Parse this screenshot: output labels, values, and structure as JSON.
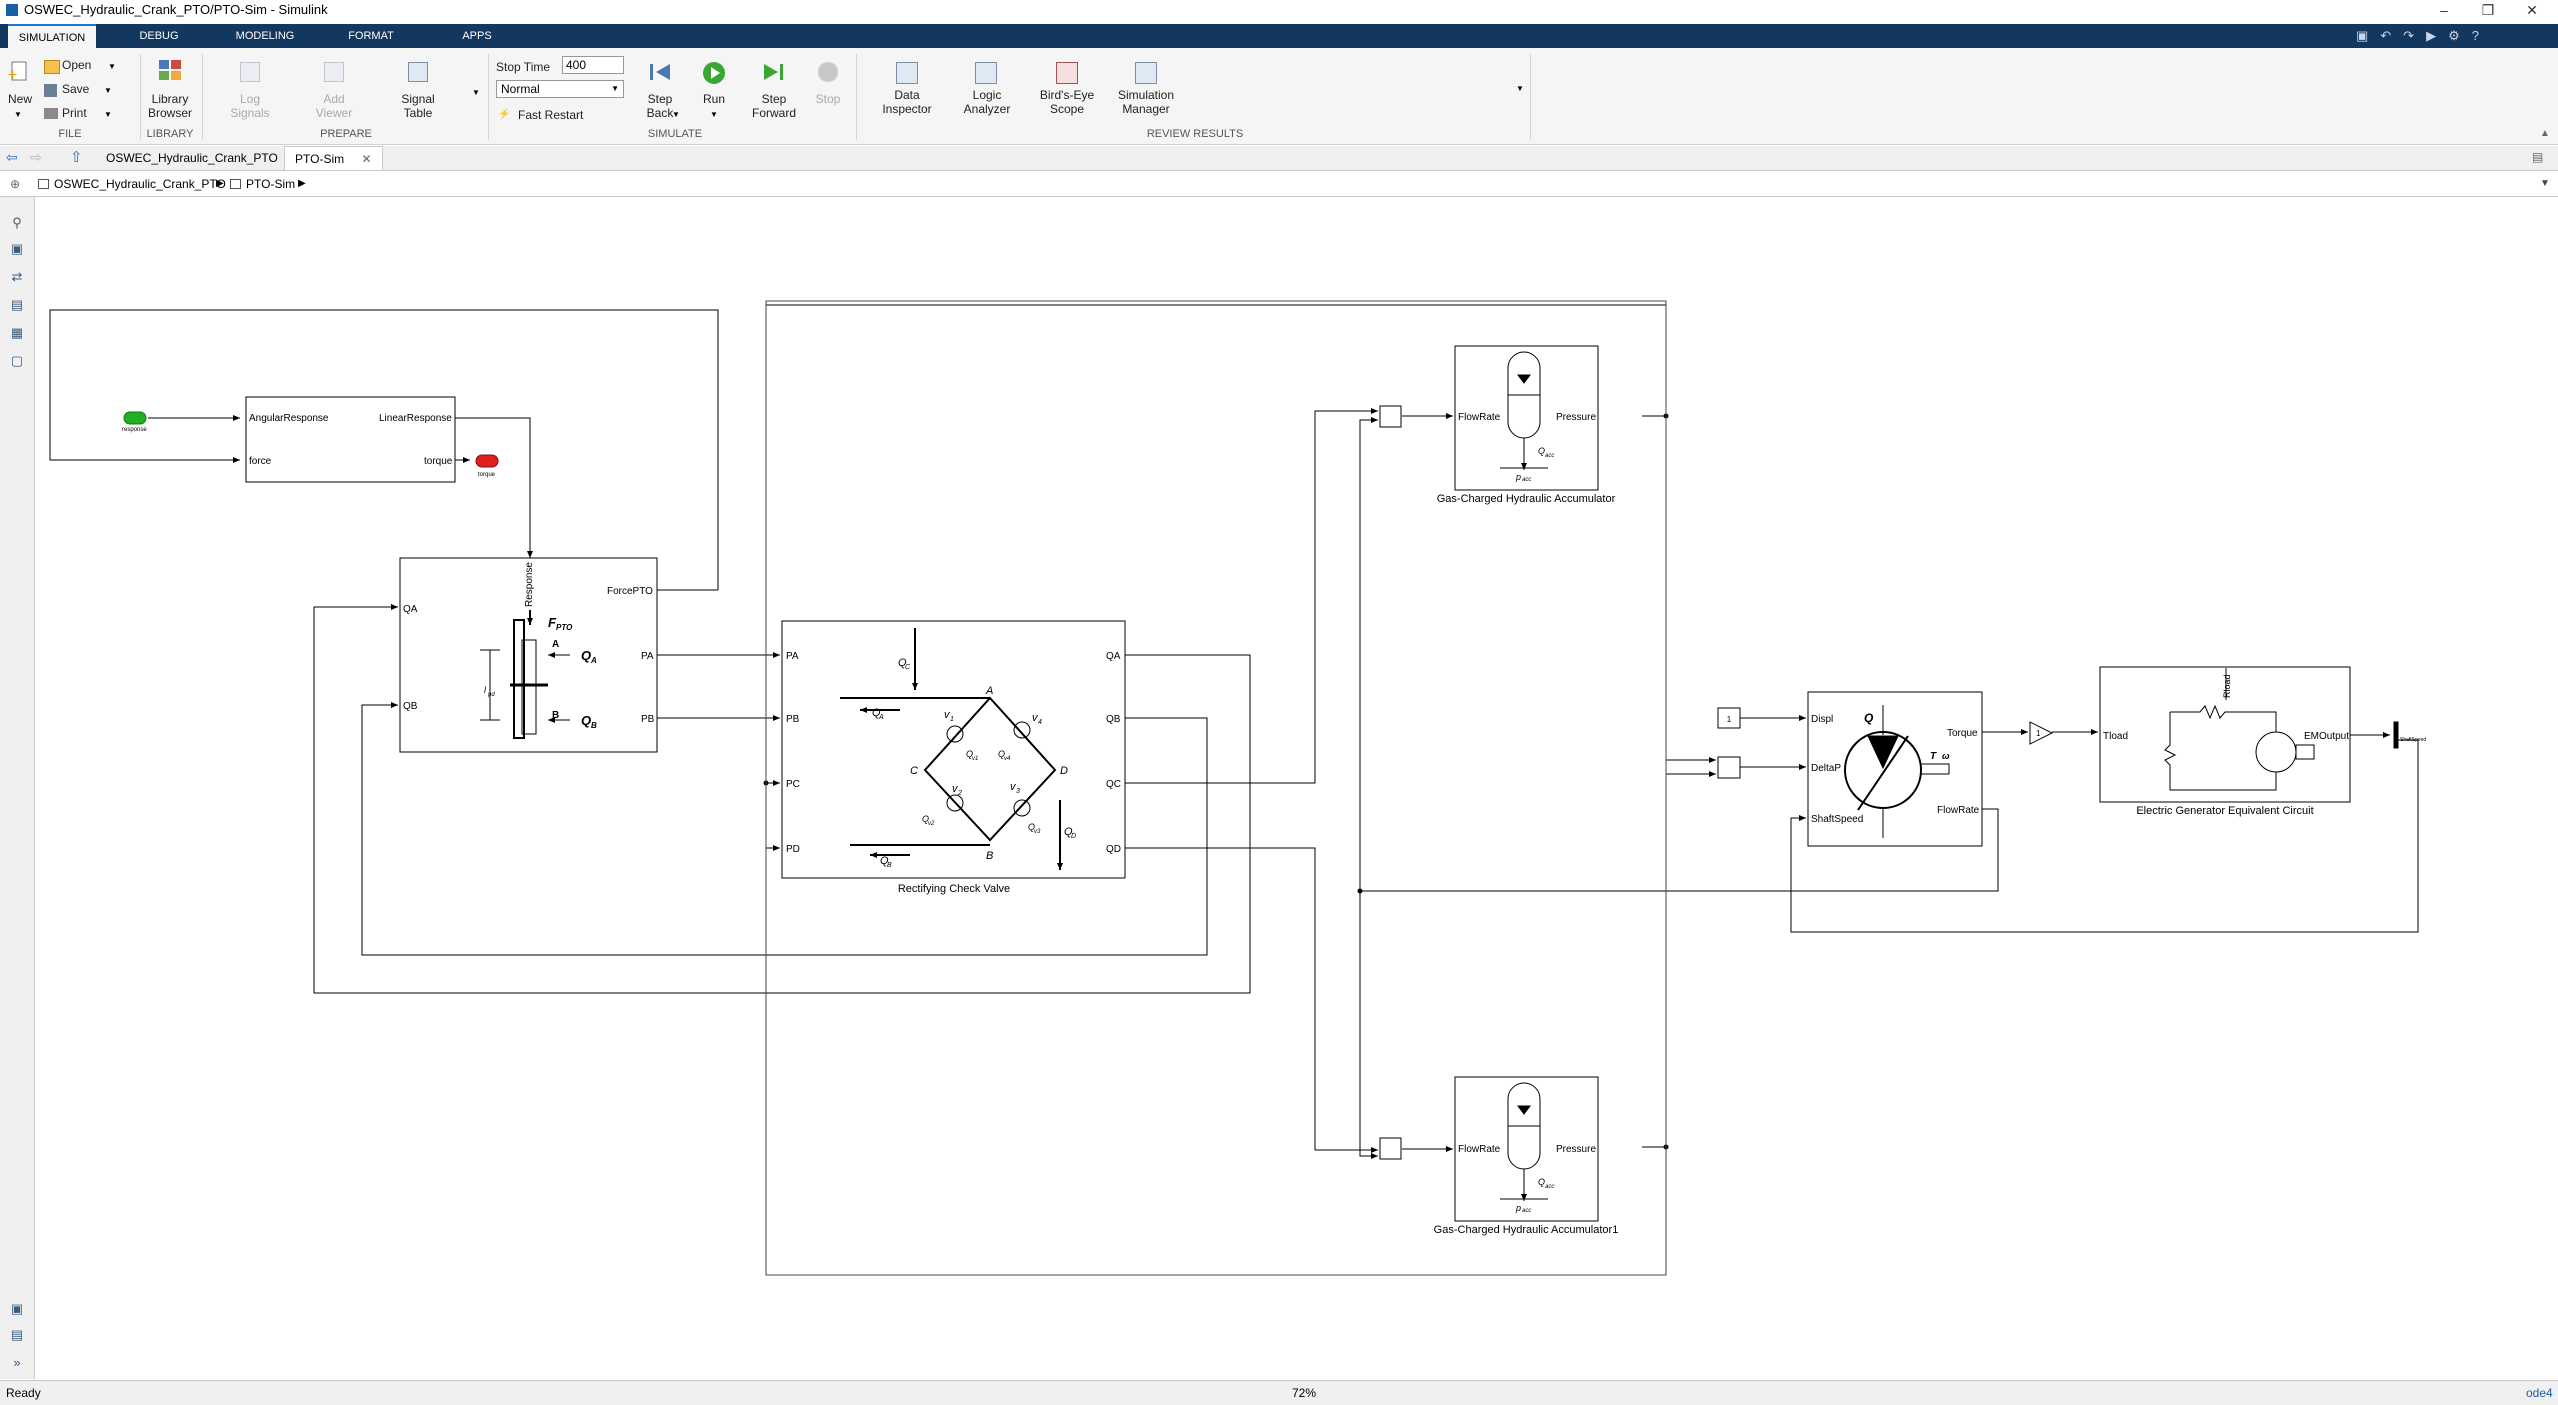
{
  "window": {
    "title": "OSWEC_Hydraulic_Crank_PTO/PTO-Sim - Simulink"
  },
  "ribbon_tabs": [
    "SIMULATION",
    "DEBUG",
    "MODELING",
    "FORMAT",
    "APPS"
  ],
  "toolstrip": {
    "file": {
      "new": "New",
      "open": "Open",
      "save": "Save",
      "print": "Print",
      "group": "FILE"
    },
    "library": {
      "browser": "Library Browser",
      "group": "LIBRARY"
    },
    "prepare": {
      "log_signals": "Log Signals",
      "add_viewer": "Add Viewer",
      "signal_table": "Signal Table",
      "group": "PREPARE"
    },
    "simulate": {
      "stop_time_label": "Stop Time",
      "stop_time_value": "400",
      "mode": "Normal",
      "fast_restart": "Fast Restart",
      "step_back": "Step Back",
      "run": "Run",
      "step_forward": "Step Forward",
      "stop": "Stop",
      "group": "SIMULATE"
    },
    "review": {
      "data_inspector": "Data Inspector",
      "logic_analyzer": "Logic Analyzer",
      "birds_eye": "Bird's-Eye Scope",
      "sim_manager": "Simulation Manager",
      "group": "REVIEW RESULTS"
    }
  },
  "doc_tabs": [
    "OSWEC_Hydraulic_Crank_PTO",
    "PTO-Sim"
  ],
  "breadcrumb": [
    "OSWEC_Hydraulic_Crank_PTO",
    "PTO-Sim"
  ],
  "diagram": {
    "response_tag": "response",
    "torque_tag": "torque",
    "converter": {
      "in_angular": "AngularResponse",
      "in_force": "force",
      "out_linear": "LinearResponse",
      "out_torque": "torque"
    },
    "cylinder": {
      "qa": "QA",
      "qb": "QB",
      "response": "Response",
      "force": "ForcePTO",
      "pa": "PA",
      "pb": "PB",
      "f_pto": "F",
      "f_sub": "PTO",
      "qa_sym": "Q",
      "qa_sub": "A",
      "qb_sym": "Q",
      "qb_sub": "B",
      "a": "A",
      "b": "B",
      "lpd": "l",
      "lpd_sub": "pd"
    },
    "valve": {
      "name": "Rectifying Check Valve",
      "pa": "PA",
      "pb": "PB",
      "pc": "PC",
      "pd": "PD",
      "qa": "QA",
      "qb": "QB",
      "qc": "QC",
      "qd": "QD",
      "A": "A",
      "B": "B",
      "C": "C",
      "D": "D",
      "v1": "v",
      "v1s": "1",
      "v2": "v",
      "v2s": "2",
      "v3": "v",
      "v3s": "3",
      "v4": "v",
      "v4s": "4",
      "qc_sym": "Q",
      "qc_sub": "C",
      "qa_sym": "Q",
      "qa_sub": "A",
      "qd_sym": "Q",
      "qd_sub": "D",
      "qb_sym": "Q",
      "qb_sub": "B",
      "qv1": "Q",
      "qv1s": "v1",
      "qv2": "Q",
      "qv2s": "v2",
      "qv3": "Q",
      "qv3s": "v3",
      "qv4": "Q",
      "qv4s": "v4"
    },
    "accumulator_top": {
      "name": "Gas-Charged Hydraulic Accumulator",
      "in": "FlowRate",
      "out": "Pressure",
      "q": "Q",
      "qsub": "acc",
      "p": "p",
      "psub": "acc"
    },
    "accumulator_bottom": {
      "name": "Gas-Charged Hydraulic Accumulator1",
      "in": "FlowRate",
      "out": "Pressure",
      "q": "Q",
      "qsub": "acc",
      "p": "p",
      "psub": "acc"
    },
    "constant_value": "1",
    "motor": {
      "displ": "Displ",
      "deltap": "DeltaP",
      "shaft": "ShaftSpeed",
      "torque": "Torque",
      "flowrate": "FlowRate",
      "q": "Q",
      "t": "T",
      "w": "ω"
    },
    "gain_value": "1",
    "generator": {
      "name": "Electric Generator Equivalent Circuit",
      "in": "Tload",
      "out": "EMOutput",
      "rload": "Rload",
      "lbl": "ShaftSpeed"
    }
  },
  "status": {
    "left": "Ready",
    "zoom": "72%",
    "solver": "ode4"
  },
  "colors": {
    "ribbon_bg": "#12385f",
    "accent": "#1b77d2",
    "run_green": "#3aa635",
    "tag_green": "#21b021",
    "tag_red": "#e01e1e"
  }
}
